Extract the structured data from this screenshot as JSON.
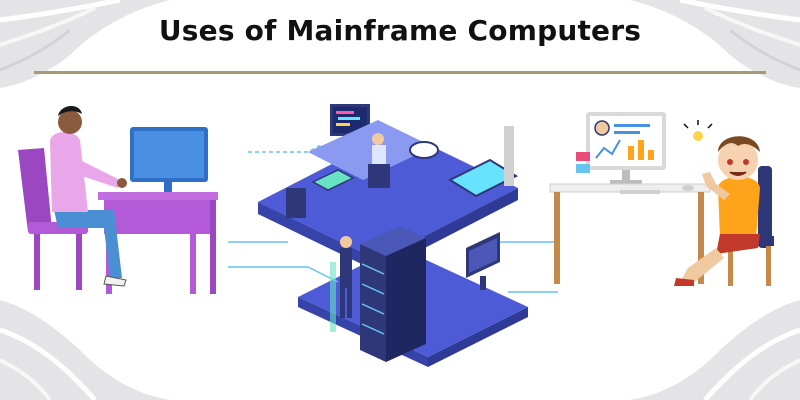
{
  "header": {
    "title": "Uses of Mainframe Computers"
  },
  "colors": {
    "rule": "#a49a74",
    "purple": "#b35ad8",
    "platform": "#4d5bd6",
    "server": "#2e3778",
    "orange_shirt": "#ffa31a",
    "monitor_blue": "#4a90e2"
  },
  "illustrations": {
    "left": "person-at-desk-illustration",
    "center": "isometric-data-center-illustration",
    "right": "child-at-computer-illustration"
  }
}
